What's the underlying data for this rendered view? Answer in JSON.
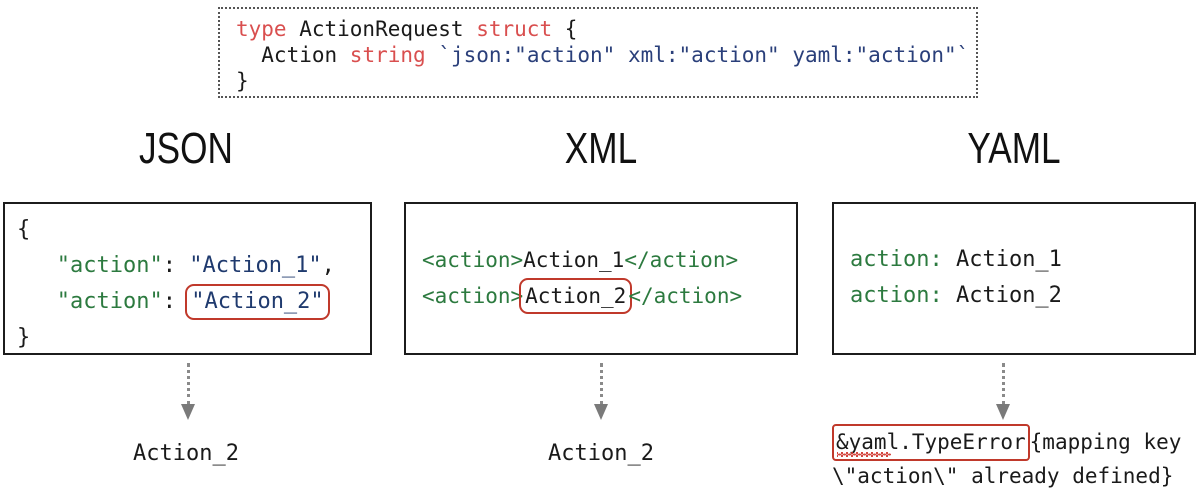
{
  "struct_block": {
    "language": "go",
    "lines": [
      {
        "tokens": [
          {
            "text": "type ",
            "style": "kw"
          },
          {
            "text": "ActionRequest ",
            "style": "ident"
          },
          {
            "text": "struct ",
            "style": "kw"
          },
          {
            "text": "{",
            "style": "punct"
          }
        ]
      },
      {
        "tokens": [
          {
            "text": "  Action ",
            "style": "ident"
          },
          {
            "text": "string ",
            "style": "kw"
          },
          {
            "text": "`json:\"action\" xml:\"action\" yaml:\"action\"`",
            "style": "tag"
          }
        ]
      },
      {
        "tokens": [
          {
            "text": "}",
            "style": "punct"
          }
        ]
      }
    ],
    "plain_text": "type ActionRequest struct {\n  Action string `json:\"action\" xml:\"action\" yaml:\"action\"`\n}"
  },
  "columns": [
    {
      "id": "json",
      "heading": "JSON",
      "code_lines": [
        "{",
        "   \"action\": \"Action_1\",",
        "   \"action\": \"Action_2\"",
        "}"
      ],
      "highlighted_token": "\"Action_2\"",
      "output": "Action_2"
    },
    {
      "id": "xml",
      "heading": "XML",
      "code_lines": [
        "<action>Action_1</action>",
        "<action>Action_2</action>"
      ],
      "highlighted_token": "Action_2",
      "output": "Action_2"
    },
    {
      "id": "yaml",
      "heading": "YAML",
      "code_lines": [
        "action: Action_1",
        "action: Action_2"
      ],
      "highlighted_token": "&yaml.TypeError",
      "output_error_token": "&yaml.TypeError",
      "output_error_rest": "{mapping key",
      "output_error_line2": "\\\"action\\\" already defined}"
    }
  ],
  "json_box": {
    "line1": "{",
    "line2_key": "\"action\"",
    "line2_colon": ": ",
    "line2_value": "\"Action_1\"",
    "line2_comma": ",",
    "line3_key": "\"action\"",
    "line3_colon": ": ",
    "line3_value": "\"Action_2\"",
    "line4": "}"
  },
  "xml_box": {
    "line1_open": "<action>",
    "line1_text": "Action_1",
    "line1_close": "</action>",
    "line2_open": "<action>",
    "line2_text": "Action_2",
    "line2_close": "</action>"
  },
  "yaml_box": {
    "line1_key": "action:",
    "line1_value": " Action_1",
    "line2_key": "action:",
    "line2_value": " Action_2"
  },
  "outputs": {
    "json": "Action_2",
    "xml": "Action_2",
    "yaml_token": "&yaml.TypeError",
    "yaml_rest": "{mapping key",
    "yaml_line2": "\\\"action\\\" already defined}"
  },
  "colors": {
    "keyword_red": "#d94f4f",
    "struct_tag_blue": "#2a3f7a",
    "key_green": "#2c7a3f",
    "value_blue": "#1f3a6e",
    "highlight_red": "#c0392b",
    "text_black": "#1a1a1a",
    "arrow_gray": "#7a7a7a",
    "box_border": "#1c1c1c",
    "background": "#ffffff"
  }
}
